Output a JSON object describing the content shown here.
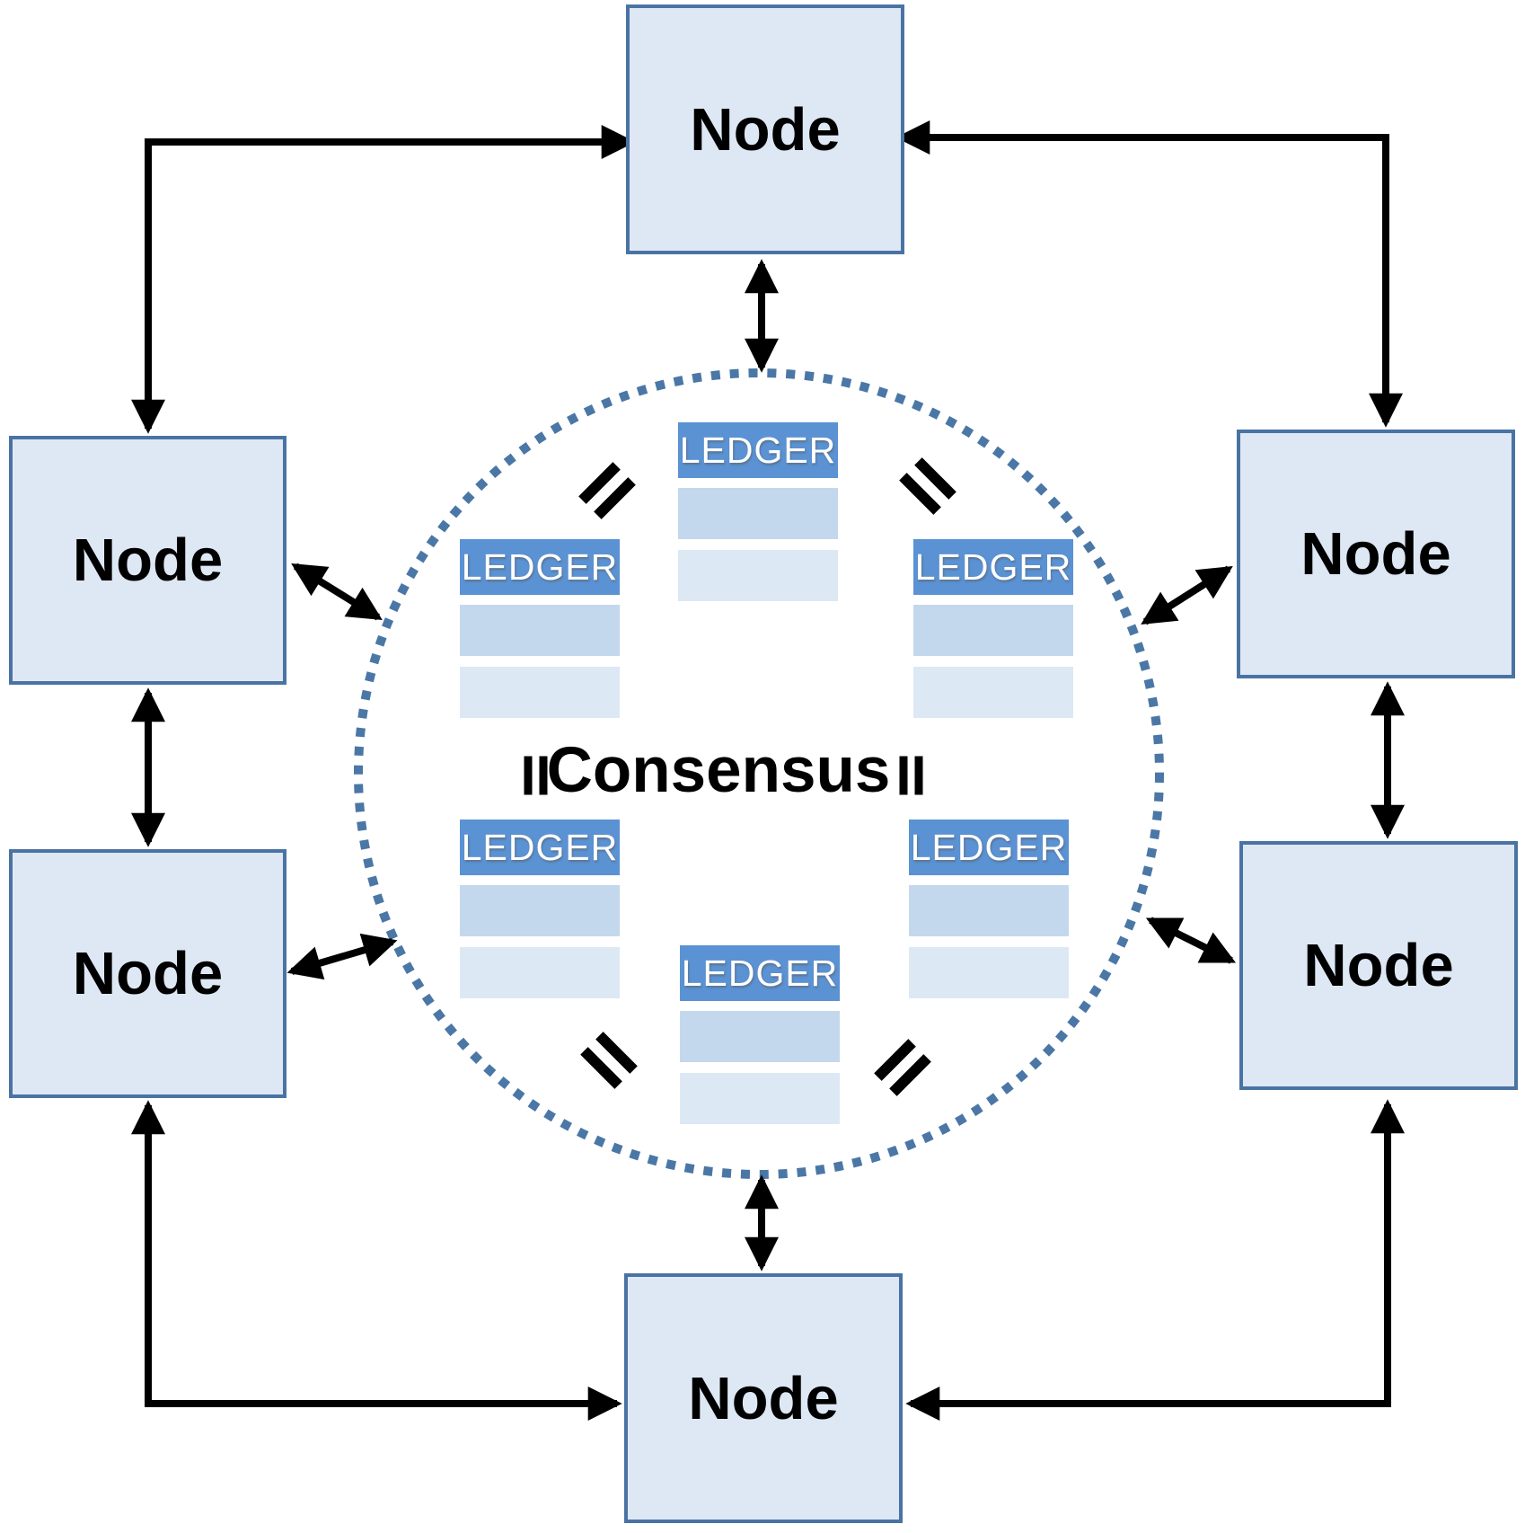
{
  "diagram": {
    "consensus_label": "Consensus",
    "equals_symbol": "=",
    "equals_count": 6,
    "nodes": [
      {
        "id": "top",
        "label": "Node"
      },
      {
        "id": "left-upper",
        "label": "Node"
      },
      {
        "id": "left-lower",
        "label": "Node"
      },
      {
        "id": "right-upper",
        "label": "Node"
      },
      {
        "id": "right-lower",
        "label": "Node"
      },
      {
        "id": "bottom",
        "label": "Node"
      }
    ],
    "ledgers": [
      {
        "id": "top",
        "label": "LEDGER",
        "rows": 2
      },
      {
        "id": "upper-left",
        "label": "LEDGER",
        "rows": 2
      },
      {
        "id": "upper-right",
        "label": "LEDGER",
        "rows": 2
      },
      {
        "id": "lower-left",
        "label": "LEDGER",
        "rows": 2
      },
      {
        "id": "lower-right",
        "label": "LEDGER",
        "rows": 2
      },
      {
        "id": "bottom",
        "label": "LEDGER",
        "rows": 2
      }
    ]
  },
  "colors": {
    "node-fill": "#dee8f4",
    "node-border": "#4a73a4",
    "ledger-header": "#5b92d3",
    "ledger-row1": "#c3d8ed",
    "ledger-row2": "#dde8f5",
    "circle-dot": "#4b77a6",
    "arrow": "#000000",
    "text": "#000000",
    "ledger-text": "#ffffff",
    "bg": "#ffffff"
  }
}
